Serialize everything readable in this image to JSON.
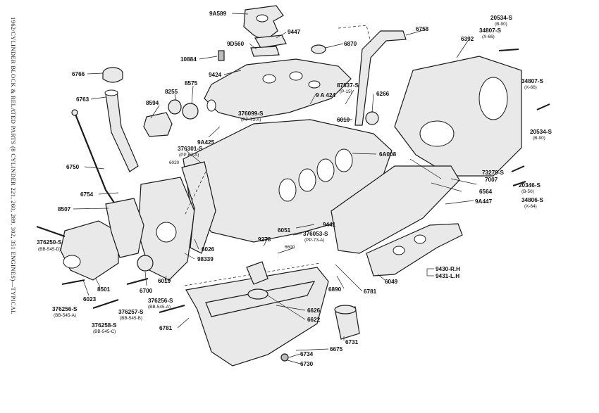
{
  "title": "1962/CYLINDER BLOCK & RELATED PARTS (8 CYLINDER 221, 260, 289, 302, 351 ENGINES)—TYPICAL",
  "parts": [
    {
      "id": "9A589",
      "label": "9A589"
    },
    {
      "id": "9447",
      "label": "9447"
    },
    {
      "id": "9D560",
      "label": "9D560"
    },
    {
      "id": "6870",
      "label": "6870"
    },
    {
      "id": "10884",
      "label": "10884"
    },
    {
      "id": "9424",
      "label": "9424"
    },
    {
      "id": "6766",
      "label": "6766"
    },
    {
      "id": "8255",
      "label": "8255"
    },
    {
      "id": "8575",
      "label": "8575"
    },
    {
      "id": "6763",
      "label": "6763"
    },
    {
      "id": "8594",
      "label": "8594"
    },
    {
      "id": "9A424",
      "label": "9 A 424"
    },
    {
      "id": "87837S",
      "label": "87837-S",
      "spec": "(P-15)"
    },
    {
      "id": "6266",
      "label": "6266"
    },
    {
      "id": "376099S",
      "label": "376099-S",
      "spec": "(PP-73-A)"
    },
    {
      "id": "6010",
      "label": "6010"
    },
    {
      "id": "9A425",
      "label": "9A425"
    },
    {
      "id": "376301S",
      "label": "376301-S",
      "spec": "(PP-67-A)"
    },
    {
      "id": "6020",
      "label": "6020"
    },
    {
      "id": "6A008",
      "label": "6A008"
    },
    {
      "id": "6750",
      "label": "6750"
    },
    {
      "id": "6754",
      "label": "6754"
    },
    {
      "id": "8507",
      "label": "8507"
    },
    {
      "id": "6758",
      "label": "6758"
    },
    {
      "id": "6392",
      "label": "6392"
    },
    {
      "id": "20534S_top",
      "label": "20534-S",
      "spec": "(B-90)"
    },
    {
      "id": "34807S_top",
      "label": "34807-S",
      "spec": "(X-66)"
    },
    {
      "id": "34807S_mid",
      "label": "34807-S",
      "spec": "(X-66)"
    },
    {
      "id": "20534S_mid",
      "label": "20534-S",
      "spec": "(B-90)"
    },
    {
      "id": "7007",
      "label": "7007"
    },
    {
      "id": "73279S",
      "label": "73279-S"
    },
    {
      "id": "20346S",
      "label": "20346-S",
      "spec": "(B-50)"
    },
    {
      "id": "34806S",
      "label": "34806-S",
      "spec": "(X-64)"
    },
    {
      "id": "6564",
      "label": "6564"
    },
    {
      "id": "9A447",
      "label": "9A447"
    },
    {
      "id": "376250S",
      "label": "376250-S",
      "spec": "(BB-545-D)"
    },
    {
      "id": "9441",
      "label": "9441"
    },
    {
      "id": "6051",
      "label": "6051"
    },
    {
      "id": "376053S",
      "label": "376053-S",
      "spec": "(PP-73-A)"
    },
    {
      "id": "6600",
      "label": "6600"
    },
    {
      "id": "9278",
      "label": "9278"
    },
    {
      "id": "6026",
      "label": "6026"
    },
    {
      "id": "98339",
      "label": "98339"
    },
    {
      "id": "6019",
      "label": "6019"
    },
    {
      "id": "6700",
      "label": "6700"
    },
    {
      "id": "8501",
      "label": "8501"
    },
    {
      "id": "6023",
      "label": "6023"
    },
    {
      "id": "376256S_a",
      "label": "376256-S",
      "spec": "(BB-545-A)"
    },
    {
      "id": "376256S_b",
      "label": "376256-S",
      "spec": "(BB-545-A)"
    },
    {
      "id": "376257S",
      "label": "376257-S",
      "spec": "(BB-545-B)"
    },
    {
      "id": "376258S",
      "label": "376258-S",
      "spec": "(BB-545-C)"
    },
    {
      "id": "6049",
      "label": "6049"
    },
    {
      "id": "9430",
      "label": "9430-R.H"
    },
    {
      "id": "9431",
      "label": "9431-L.H"
    },
    {
      "id": "6781_r",
      "label": "6781"
    },
    {
      "id": "6890",
      "label": "6890"
    },
    {
      "id": "6626",
      "label": "6626"
    },
    {
      "id": "6622",
      "label": "6622"
    },
    {
      "id": "6781_l",
      "label": "6781"
    },
    {
      "id": "6731",
      "label": "6731"
    },
    {
      "id": "6675",
      "label": "6675"
    },
    {
      "id": "6734",
      "label": "6734"
    },
    {
      "id": "6730",
      "label": "6730"
    }
  ]
}
